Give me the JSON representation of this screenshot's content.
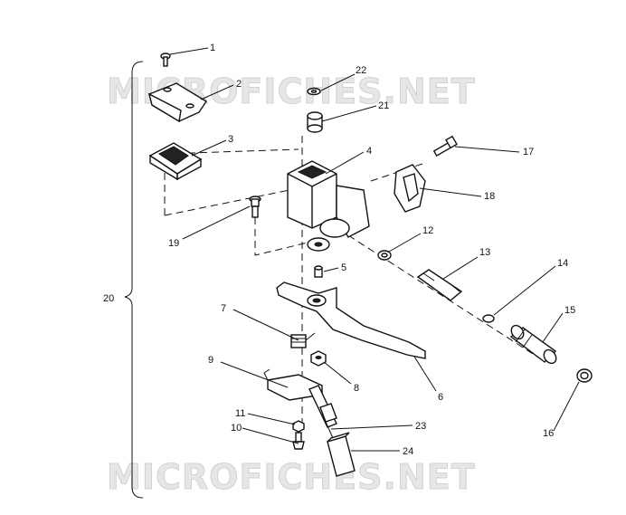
{
  "watermark": "MICROFICHES.NET",
  "callouts": {
    "c1": "1",
    "c2": "2",
    "c3": "3",
    "c4": "4",
    "c5": "5",
    "c6": "6",
    "c7": "7",
    "c8": "8",
    "c9": "9",
    "c10": "10",
    "c11": "11",
    "c12": "12",
    "c13": "13",
    "c14": "14",
    "c15": "15",
    "c16": "16",
    "c17": "17",
    "c18": "18",
    "c19": "19",
    "c20": "20",
    "c21": "21",
    "c22": "22",
    "c23": "23",
    "c24": "24"
  }
}
